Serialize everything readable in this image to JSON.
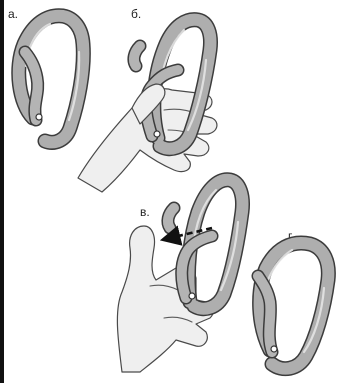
{
  "diagram": {
    "steps": [
      {
        "id": "a",
        "label": "а."
      },
      {
        "id": "b",
        "label": "б."
      },
      {
        "id": "v",
        "label": "в."
      },
      {
        "id": "g",
        "label": "г."
      }
    ],
    "colors": {
      "metal": "#aeaeae",
      "outline": "#3c3c3c",
      "hand": "#efefef",
      "border": "#111111"
    },
    "icons": [
      "carabiner",
      "hand",
      "dashed-arrow"
    ]
  }
}
